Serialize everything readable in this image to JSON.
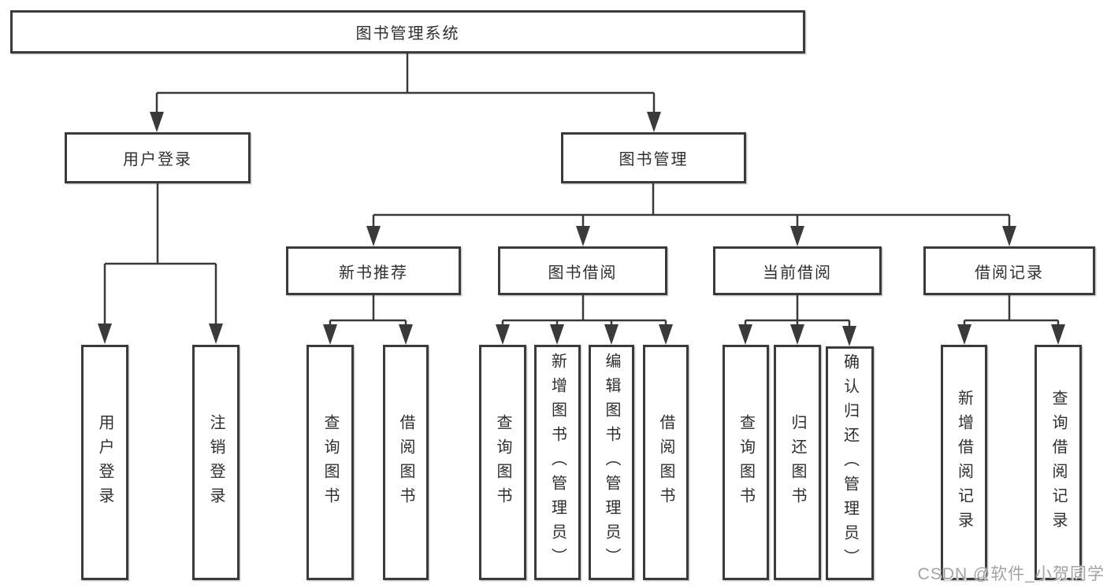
{
  "colors": {
    "line": "#3a3a3a",
    "box_border": "#3a3a3a",
    "box_fill": "#ffffff",
    "text": "#2f2f2f",
    "watermark": "#a3a3a3",
    "background": "#ffffff"
  },
  "tree": {
    "label": "图书管理系统",
    "children": [
      {
        "label": "用户登录",
        "children": [
          {
            "label": "用户登录"
          },
          {
            "label": "注销登录"
          }
        ]
      },
      {
        "label": "图书管理",
        "children": [
          {
            "label": "新书推荐",
            "children": [
              {
                "label": "查询图书"
              },
              {
                "label": "借阅图书"
              }
            ]
          },
          {
            "label": "图书借阅",
            "children": [
              {
                "label": "查询图书"
              },
              {
                "label": "新增图书（管理员）"
              },
              {
                "label": "编辑图书（管理员）"
              },
              {
                "label": "借阅图书"
              }
            ]
          },
          {
            "label": "当前借阅",
            "children": [
              {
                "label": "查询图书"
              },
              {
                "label": "归还图书"
              },
              {
                "label": "确认归还（管理员）"
              }
            ]
          },
          {
            "label": "借阅记录",
            "children": [
              {
                "label": "新增借阅记录"
              },
              {
                "label": "查询借阅记录"
              }
            ]
          }
        ]
      }
    ]
  },
  "watermark": {
    "text": "CSDN @软件_小贺同学"
  }
}
